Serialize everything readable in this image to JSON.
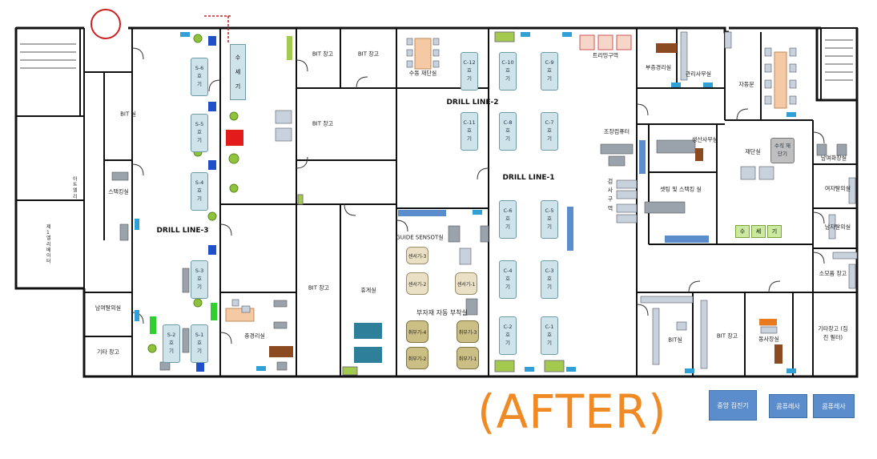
{
  "title_after": "(AFTER)",
  "zones": {
    "drill_line_1": "DRILL LINE-1",
    "drill_line_2": "DRILL LINE-2",
    "drill_line_3": "DRILL LINE-3"
  },
  "rooms": {
    "bit_room": "BIT 실",
    "bit_storage_1": "BIT 창고",
    "bit_storage_2": "BIT 창고",
    "bit_storage_3": "BIT 창고",
    "bit_storage_4": "BIT 창고",
    "bit_storage_5": "BIT 창고",
    "bit_room_2": "BIT실",
    "sticking_room": "스택킹실",
    "mens_restroom": "남여탈의실",
    "misc_storage": "기타 창고",
    "meeting_room": "충경리실",
    "break_room": "휴게실",
    "guide_sensor_room": "GUIDE SENSOT실",
    "sub_auto_attach": "부자재 자동 부착실",
    "manual_cut_room": "수동 재단실",
    "trimming_zone": "트리밍구역",
    "assist_mgmt": "부층경리실",
    "admin_office": "관리사무실",
    "auto_door": "자동문",
    "scheduling": "조장컴퓨터",
    "inspection_zone": "검 사 구 역",
    "production_office": "생산사무실",
    "setting_stacking": "셋팅 및 스택킹 실",
    "cutting_room": "재단실",
    "manual_cutter": "수직 재단기",
    "gender_restroom_top": "남여화장실",
    "womens_locker": "여자탈의실",
    "mens_locker": "남자탈의실",
    "consumables": "소모품 창고",
    "other_storage_dust": "기타창고 (집진 필터)",
    "president_room": "동사장실",
    "stairs_left": "제1 엘리베이터",
    "stairs_left_2": "아트 엘리",
    "wash_label": "수 세 기",
    "wash_right": [
      "수",
      "세",
      "기"
    ]
  },
  "machines_line1": [
    "C-10",
    "C-9",
    "C-8",
    "C-7",
    "C-6",
    "C-5",
    "C-4",
    "C-3",
    "C-2",
    "C-1"
  ],
  "machines_line2": [
    "C-12",
    "C-11"
  ],
  "machines_line3": [
    "S-6",
    "S-5",
    "S-4",
    "S-3",
    "S-2",
    "S-1"
  ],
  "machine_suffix": [
    "호",
    "기"
  ],
  "sub_equipment": {
    "sensors": [
      "센서기-3",
      "센서기-2",
      "센서기-1"
    ],
    "ejectors": [
      "취부기-4",
      "취부기-3",
      "취부기-2",
      "취부기-1"
    ]
  },
  "legend": {
    "central_dust": "중앙 집진기",
    "compressor_1": "콤퓨레사",
    "compressor_2": "콤퓨레사"
  },
  "colors": {
    "accent_orange": "#f08a24",
    "legend_blue": "#5b8ccc",
    "machine": "#cfe3ea",
    "sub": "#cbbf85",
    "plant_green": "#8fc33b",
    "wall": "#111111"
  }
}
